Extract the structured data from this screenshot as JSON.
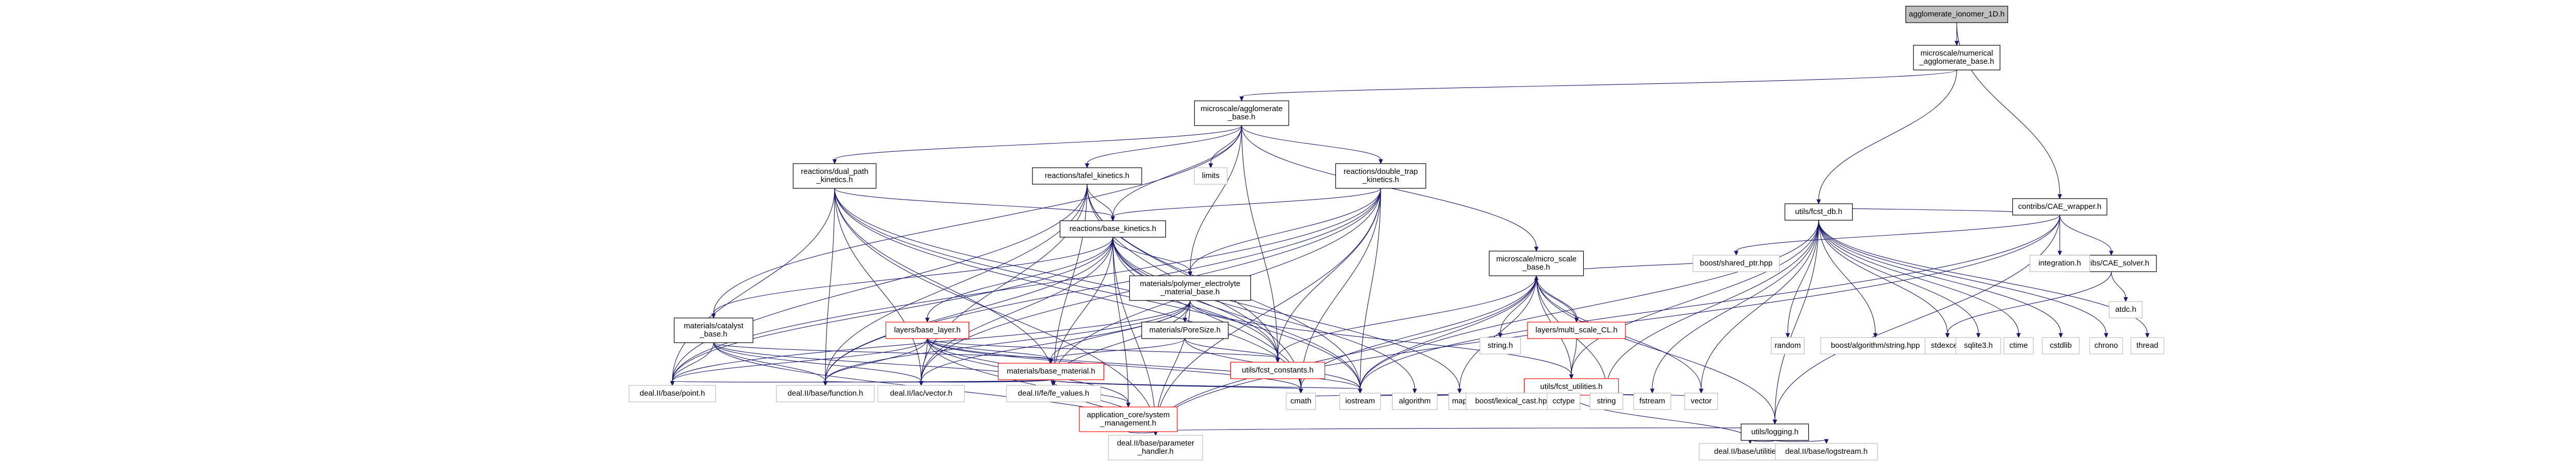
{
  "nodes": [
    {
      "id": "root",
      "lines": [
        "agglomerate_ionomer_1D.h"
      ],
      "style": "root",
      "link": false
    },
    {
      "id": "mnab",
      "lines": [
        "microscale/numerical",
        "_agglomerate_base.h"
      ],
      "style": "normal",
      "link": true
    },
    {
      "id": "mab",
      "lines": [
        "microscale/agglomerate",
        "_base.h"
      ],
      "style": "normal",
      "link": true
    },
    {
      "id": "cwrap",
      "lines": [
        "contribs/CAE_wrapper.h"
      ],
      "style": "normal",
      "link": true
    },
    {
      "id": "fcm",
      "lines": [
        "utils/fcst_db.h"
      ],
      "style": "normal",
      "link": true
    },
    {
      "id": "csolv",
      "lines": [
        "contribs/CAE_solver.h"
      ],
      "style": "normal",
      "link": true
    },
    {
      "id": "integ",
      "lines": [
        "integration.h"
      ],
      "style": "gray",
      "link": false
    },
    {
      "id": "atdc",
      "lines": [
        "atdc.h"
      ],
      "style": "gray",
      "link": false
    },
    {
      "id": "rdp",
      "lines": [
        "reactions/dual_path",
        "_kinetics.h"
      ],
      "style": "normal",
      "link": true
    },
    {
      "id": "limits",
      "lines": [
        "limits"
      ],
      "style": "gray",
      "link": false
    },
    {
      "id": "rtk",
      "lines": [
        "reactions/tafel_kinetics.h"
      ],
      "style": "normal",
      "link": true
    },
    {
      "id": "rdt",
      "lines": [
        "reactions/double_trap",
        "_kinetics.h"
      ],
      "style": "normal",
      "link": true
    },
    {
      "id": "rbk",
      "lines": [
        "reactions/base_kinetics.h"
      ],
      "style": "normal",
      "link": true
    },
    {
      "id": "mmsb",
      "lines": [
        "microscale/micro_scale",
        "_base.h"
      ],
      "style": "normal",
      "link": true
    },
    {
      "id": "mpe",
      "lines": [
        "materials/polymer_electrolyte",
        "_material_base.h"
      ],
      "style": "normal",
      "link": true
    },
    {
      "id": "mcat",
      "lines": [
        "materials/catalyst",
        "_base.h"
      ],
      "style": "normal",
      "link": true
    },
    {
      "id": "lbl",
      "lines": [
        "layers/base_layer.h"
      ],
      "style": "red",
      "link": true
    },
    {
      "id": "mps",
      "lines": [
        "materials/PoreSize.h"
      ],
      "style": "normal",
      "link": true
    },
    {
      "id": "lms",
      "lines": [
        "layers/multi_scale_CL.h"
      ],
      "style": "red",
      "link": true
    },
    {
      "id": "bsp",
      "lines": [
        "boost/shared_ptr.hpp"
      ],
      "style": "gray",
      "link": false
    },
    {
      "id": "ufc",
      "lines": [
        "utils/fcst_constants.h"
      ],
      "style": "red",
      "link": true
    },
    {
      "id": "mbm",
      "lines": [
        "materials/base_material.h"
      ],
      "style": "red",
      "link": true
    },
    {
      "id": "ufu",
      "lines": [
        "utils/fcst_utilities.h"
      ],
      "style": "red",
      "link": true
    },
    {
      "id": "acsm",
      "lines": [
        "application_core/system",
        "_management.h"
      ],
      "style": "red",
      "link": true
    },
    {
      "id": "stringh",
      "lines": [
        "string.h"
      ],
      "style": "gray",
      "link": false
    },
    {
      "id": "random",
      "lines": [
        "random"
      ],
      "style": "gray",
      "link": false
    },
    {
      "id": "balg",
      "lines": [
        "boost/algorithm/string.hpp"
      ],
      "style": "gray",
      "link": false
    },
    {
      "id": "stdexcept",
      "lines": [
        "stdexcept"
      ],
      "style": "gray",
      "link": false
    },
    {
      "id": "sqlite3",
      "lines": [
        "sqlite3.h"
      ],
      "style": "gray",
      "link": false
    },
    {
      "id": "ctime",
      "lines": [
        "ctime"
      ],
      "style": "gray",
      "link": false
    },
    {
      "id": "cstdlib",
      "lines": [
        "cstdlib"
      ],
      "style": "gray",
      "link": false
    },
    {
      "id": "chrono",
      "lines": [
        "chrono"
      ],
      "style": "gray",
      "link": false
    },
    {
      "id": "thread",
      "lines": [
        "thread"
      ],
      "style": "gray",
      "link": false
    },
    {
      "id": "point",
      "lines": [
        "deal.II/base/point.h"
      ],
      "style": "gray",
      "link": false
    },
    {
      "id": "function",
      "lines": [
        "deal.II/base/function.h"
      ],
      "style": "gray",
      "link": false
    },
    {
      "id": "lacvec",
      "lines": [
        "deal.II/lac/vector.h"
      ],
      "style": "gray",
      "link": false
    },
    {
      "id": "fev",
      "lines": [
        "deal.II/fe/fe_values.h"
      ],
      "style": "gray",
      "link": false
    },
    {
      "id": "cmath",
      "lines": [
        "cmath"
      ],
      "style": "gray",
      "link": false
    },
    {
      "id": "iostream",
      "lines": [
        "iostream"
      ],
      "style": "gray",
      "link": false
    },
    {
      "id": "algorithm",
      "lines": [
        "algorithm"
      ],
      "style": "gray",
      "link": false
    },
    {
      "id": "map",
      "lines": [
        "map"
      ],
      "style": "gray",
      "link": false
    },
    {
      "id": "blc",
      "lines": [
        "boost/lexical_cast.hpp"
      ],
      "style": "gray",
      "link": false
    },
    {
      "id": "cctype",
      "lines": [
        "cctype"
      ],
      "style": "gray",
      "link": false
    },
    {
      "id": "string",
      "lines": [
        "string"
      ],
      "style": "gray",
      "link": false
    },
    {
      "id": "fstream",
      "lines": [
        "fstream"
      ],
      "style": "gray",
      "link": false
    },
    {
      "id": "vector",
      "lines": [
        "vector"
      ],
      "style": "gray",
      "link": false
    },
    {
      "id": "phand",
      "lines": [
        "deal.II/base/parameter",
        "_handler.h"
      ],
      "style": "gray",
      "link": false
    },
    {
      "id": "ulog",
      "lines": [
        "utils/logging.h"
      ],
      "style": "normal",
      "link": true
    },
    {
      "id": "butil",
      "lines": [
        "deal.II/base/utilities.h"
      ],
      "style": "gray",
      "link": false
    },
    {
      "id": "blog",
      "lines": [
        "deal.II/base/logstream.h"
      ],
      "style": "gray",
      "link": false
    }
  ],
  "edges": [
    [
      "root",
      "mnab"
    ],
    [
      "root",
      "cwrap"
    ],
    [
      "mnab",
      "mab"
    ],
    [
      "mnab",
      "fcm"
    ],
    [
      "cwrap",
      "fcm"
    ],
    [
      "cwrap",
      "csolv"
    ],
    [
      "cwrap",
      "integ"
    ],
    [
      "cwrap",
      "bsp"
    ],
    [
      "cwrap",
      "ulog"
    ],
    [
      "cwrap",
      "phand"
    ],
    [
      "cwrap",
      "iostream"
    ],
    [
      "csolv",
      "stdexcept"
    ],
    [
      "csolv",
      "atdc"
    ],
    [
      "mab",
      "rdp"
    ],
    [
      "mab",
      "limits"
    ],
    [
      "mab",
      "rtk"
    ],
    [
      "mab",
      "rdt"
    ],
    [
      "mab",
      "rbk"
    ],
    [
      "mab",
      "mmsb"
    ],
    [
      "mab",
      "mpe"
    ],
    [
      "mab",
      "mcat"
    ],
    [
      "mab",
      "ufc"
    ],
    [
      "rdp",
      "rbk"
    ],
    [
      "rdp",
      "point"
    ],
    [
      "rdp",
      "function"
    ],
    [
      "rdp",
      "lacvec"
    ],
    [
      "rdp",
      "fev"
    ],
    [
      "rdp",
      "phand"
    ],
    [
      "rdp",
      "ufc"
    ],
    [
      "rdp",
      "cmath"
    ],
    [
      "rdp",
      "iostream"
    ],
    [
      "rtk",
      "rbk"
    ],
    [
      "rtk",
      "point"
    ],
    [
      "rtk",
      "function"
    ],
    [
      "rtk",
      "lacvec"
    ],
    [
      "rtk",
      "fev"
    ],
    [
      "rtk",
      "ufc"
    ],
    [
      "rtk",
      "cmath"
    ],
    [
      "rtk",
      "iostream"
    ],
    [
      "rdt",
      "rbk"
    ],
    [
      "rdt",
      "point"
    ],
    [
      "rdt",
      "function"
    ],
    [
      "rdt",
      "lacvec"
    ],
    [
      "rdt",
      "fev"
    ],
    [
      "rdt",
      "phand"
    ],
    [
      "rdt",
      "ufc"
    ],
    [
      "rdt",
      "cmath"
    ],
    [
      "rdt",
      "iostream"
    ],
    [
      "rdt",
      "mpe"
    ],
    [
      "rbk",
      "mpe"
    ],
    [
      "rbk",
      "mcat"
    ],
    [
      "rbk",
      "lbl"
    ],
    [
      "rbk",
      "ufc"
    ],
    [
      "rbk",
      "acsm"
    ],
    [
      "rbk",
      "point"
    ],
    [
      "rbk",
      "function"
    ],
    [
      "rbk",
      "lacvec"
    ],
    [
      "rbk",
      "fev"
    ],
    [
      "rbk",
      "phand"
    ],
    [
      "rbk",
      "cmath"
    ],
    [
      "rbk",
      "iostream"
    ],
    [
      "rbk",
      "algorithm"
    ],
    [
      "rbk",
      "map"
    ],
    [
      "mmsb",
      "lms"
    ],
    [
      "mmsb",
      "ufu"
    ],
    [
      "mmsb",
      "ufc"
    ],
    [
      "mmsb",
      "bsp"
    ],
    [
      "mmsb",
      "stringh"
    ],
    [
      "mmsb",
      "phand"
    ],
    [
      "mmsb",
      "ulog"
    ],
    [
      "mmsb",
      "cmath"
    ],
    [
      "mmsb",
      "iostream"
    ],
    [
      "mmsb",
      "map"
    ],
    [
      "mmsb",
      "vector"
    ],
    [
      "mmsb",
      "string"
    ],
    [
      "lms",
      "ufu"
    ],
    [
      "lms",
      "mmsb"
    ],
    [
      "mpe",
      "mbm"
    ],
    [
      "mpe",
      "mps"
    ],
    [
      "mpe",
      "ufu"
    ],
    [
      "mpe",
      "point"
    ],
    [
      "mpe",
      "function"
    ],
    [
      "mpe",
      "lacvec"
    ],
    [
      "mpe",
      "fev"
    ],
    [
      "mpe",
      "phand"
    ],
    [
      "mcat",
      "mbm"
    ],
    [
      "mcat",
      "point"
    ],
    [
      "mcat",
      "function"
    ],
    [
      "mcat",
      "lacvec"
    ],
    [
      "mcat",
      "fev"
    ],
    [
      "mcat",
      "phand"
    ],
    [
      "lbl",
      "mbm"
    ],
    [
      "lbl",
      "ufc"
    ],
    [
      "lbl",
      "acsm"
    ],
    [
      "lbl",
      "point"
    ],
    [
      "lbl",
      "function"
    ],
    [
      "lbl",
      "lacvec"
    ],
    [
      "lbl",
      "fev"
    ],
    [
      "lbl",
      "phand"
    ],
    [
      "lbl",
      "iostream"
    ],
    [
      "lbl",
      "cmath"
    ],
    [
      "mps",
      "mbm"
    ],
    [
      "mps",
      "ufc"
    ],
    [
      "mps",
      "iostream"
    ],
    [
      "mbm",
      "acsm"
    ],
    [
      "mbm",
      "point"
    ],
    [
      "mbm",
      "function"
    ],
    [
      "mbm",
      "lacvec"
    ],
    [
      "mbm",
      "fev"
    ],
    [
      "mbm",
      "phand"
    ],
    [
      "mbm",
      "cmath"
    ],
    [
      "mbm",
      "iostream"
    ],
    [
      "acsm",
      "phand"
    ],
    [
      "acsm",
      "ulog"
    ],
    [
      "fcm",
      "random"
    ],
    [
      "fcm",
      "balg"
    ],
    [
      "fcm",
      "stdexcept"
    ],
    [
      "fcm",
      "sqlite3"
    ],
    [
      "fcm",
      "ctime"
    ],
    [
      "fcm",
      "cstdlib"
    ],
    [
      "fcm",
      "chrono"
    ],
    [
      "fcm",
      "thread"
    ],
    [
      "fcm",
      "ufu"
    ],
    [
      "fcm",
      "ulog"
    ],
    [
      "fcm",
      "string"
    ],
    [
      "fcm",
      "fstream"
    ],
    [
      "fcm",
      "iostream"
    ],
    [
      "fcm",
      "vector"
    ],
    [
      "ufu",
      "cmath"
    ],
    [
      "ufu",
      "iostream"
    ],
    [
      "ufu",
      "algorithm"
    ],
    [
      "ufu",
      "map"
    ],
    [
      "ufu",
      "blc"
    ],
    [
      "ufu",
      "cctype"
    ],
    [
      "ufu",
      "string"
    ],
    [
      "ufu",
      "fstream"
    ],
    [
      "ufu",
      "vector"
    ],
    [
      "ufu",
      "butil"
    ],
    [
      "ulog",
      "butil"
    ],
    [
      "ulog",
      "blog"
    ]
  ]
}
